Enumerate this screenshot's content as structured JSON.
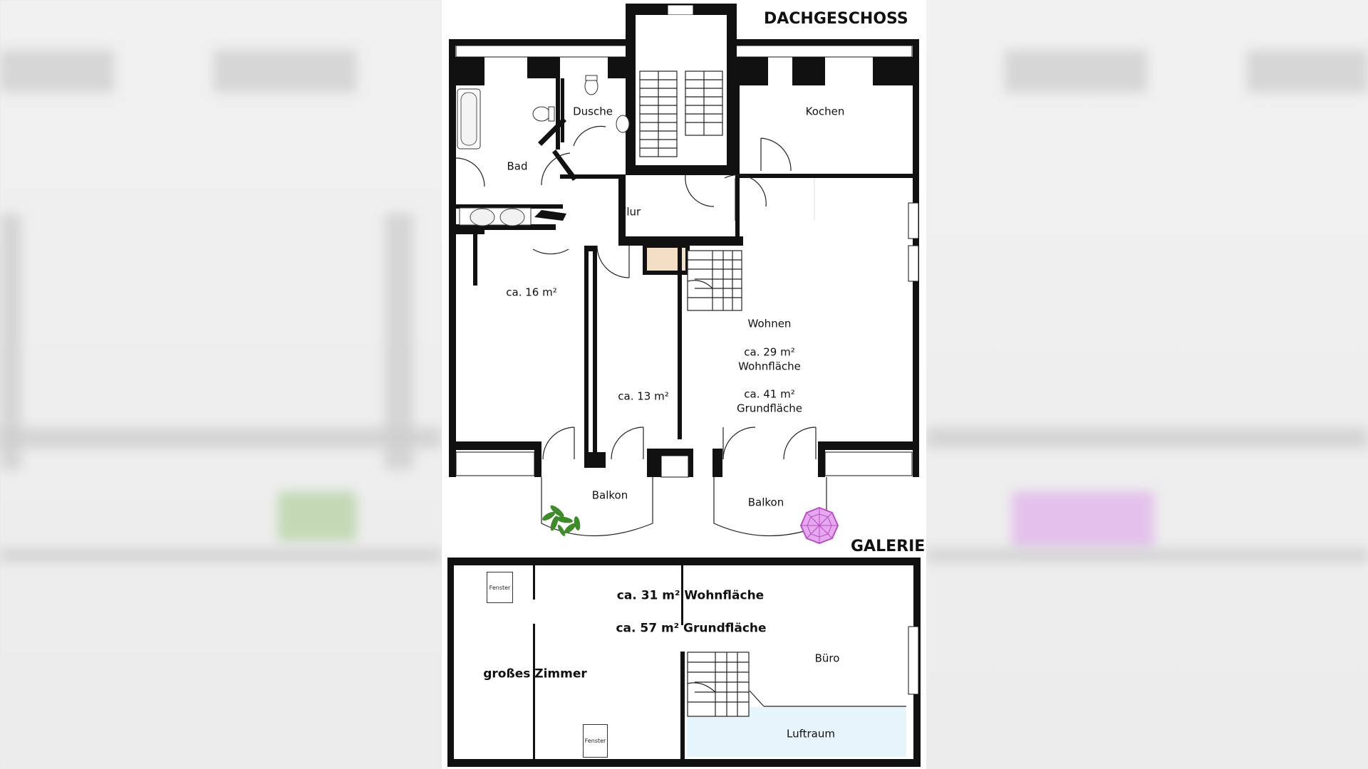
{
  "headings": {
    "top": "DACHGESCHOSS",
    "bottom": "GALERIE"
  },
  "rooms": {
    "dusche": "Dusche",
    "kochen": "Kochen",
    "bad": "Bad",
    "flur": "Flur",
    "zimmer1_area": "ca. 16 m²",
    "zimmer2_area": "ca. 13 m²",
    "wohnen": "Wohnen",
    "wohnen_wohnflaeche_area": "ca. 29 m²",
    "wohnen_wohnflaeche_label": "Wohnfläche",
    "wohnen_grundflaeche_area": "ca. 41 m²",
    "wohnen_grundflaeche_label": "Grundfläche",
    "balkon_left": "Balkon",
    "balkon_right": "Balkon"
  },
  "galerie": {
    "wohnflaeche": "ca. 31 m² Wohnfläche",
    "grundflaeche": "ca. 57 m² Grundfläche",
    "grosses_zimmer": "großes Zimmer",
    "buero": "Büro",
    "luftraum": "Luftraum",
    "fenster_top": "Fenster",
    "fenster_bottom": "Fenster"
  },
  "colors": {
    "wall": "#111111",
    "luftraum": "#e6f4fb",
    "stair_tile": "#f3dfc5",
    "plant": "#3f8a2a",
    "umbrella": "#d77ee0"
  }
}
